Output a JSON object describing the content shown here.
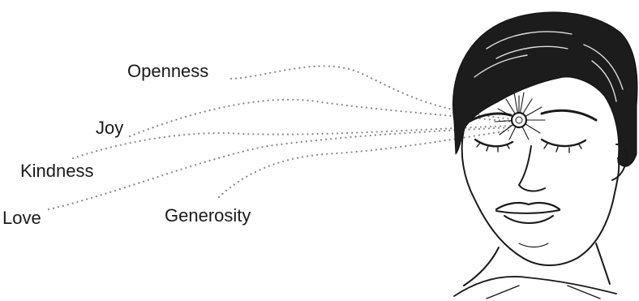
{
  "labels": {
    "openness": "Openness",
    "joy": "Joy",
    "kindness": "Kindness",
    "love": "Love",
    "generosity": "Generosity"
  },
  "colors": {
    "ink": "#1a1a1a",
    "dots": "#8a8a8a",
    "background": "#ffffff"
  }
}
